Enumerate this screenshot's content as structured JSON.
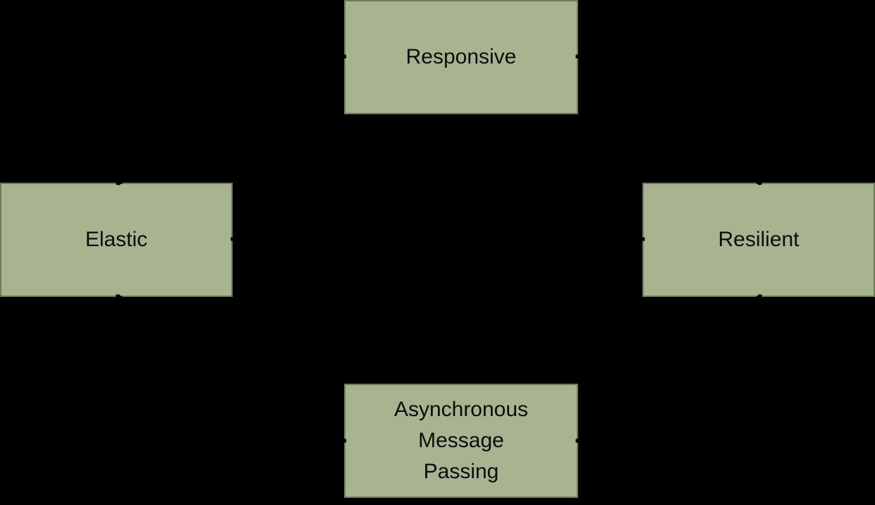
{
  "diagram": {
    "title": "Reactive traits diagram",
    "background_color": "#000000",
    "node_fill_color": "#a8b390",
    "node_border_color": "#6c7b56",
    "text_color": "#0d0d0d",
    "arrow_color": "#000000",
    "nodes": [
      {
        "id": "responsive",
        "label": "Responsive"
      },
      {
        "id": "elastic",
        "label": "Elastic"
      },
      {
        "id": "resilient",
        "label": "Resilient"
      },
      {
        "id": "message-passing",
        "label": "Asynchronous Message Passing",
        "line1": "Asynchronous",
        "line2": "Message",
        "line3": "Passing"
      }
    ],
    "edges": [
      {
        "from": "elastic",
        "to": "responsive",
        "bidirectional": true
      },
      {
        "from": "resilient",
        "to": "responsive",
        "bidirectional": true
      },
      {
        "from": "message-passing",
        "to": "elastic",
        "bidirectional": true
      },
      {
        "from": "message-passing",
        "to": "resilient",
        "bidirectional": true
      },
      {
        "from": "elastic",
        "to": "resilient",
        "bidirectional": true
      }
    ]
  }
}
